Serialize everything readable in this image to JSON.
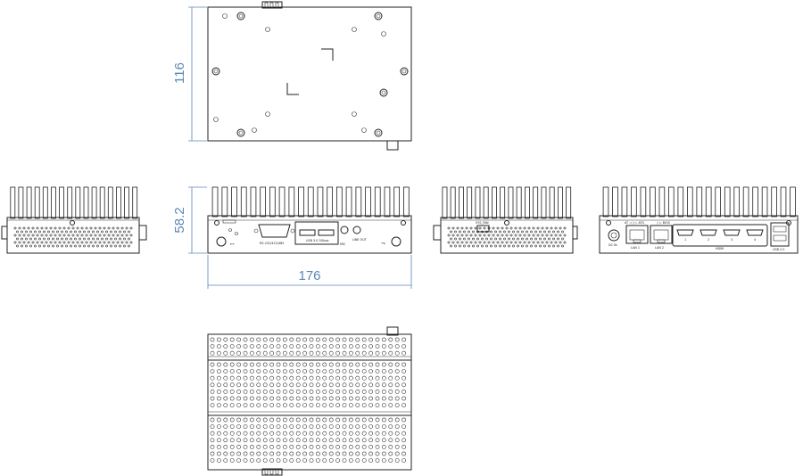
{
  "dimensions": {
    "height_top_view": "116",
    "height_front_view": "58.2",
    "width_front_view": "176"
  },
  "colors": {
    "dimension": "#5b86b8",
    "outline": "#222222"
  },
  "front_io_labels": {
    "com_port": "RS-232/422/485",
    "usb": "USB 3.0 5Gbps",
    "mic": "MIC",
    "line_out": "LINE OUT"
  },
  "left_side_labels": {
    "sys_fan": "SYS_FAN"
  },
  "rear_io_labels": {
    "dc_in": "DC IN",
    "lan1": "LAN 1",
    "lan2": "LAN 2",
    "hdmi": "HDMI",
    "hdmi_ports": [
      "1",
      "2",
      "3",
      "4"
    ],
    "usb": "USB 2.0"
  }
}
